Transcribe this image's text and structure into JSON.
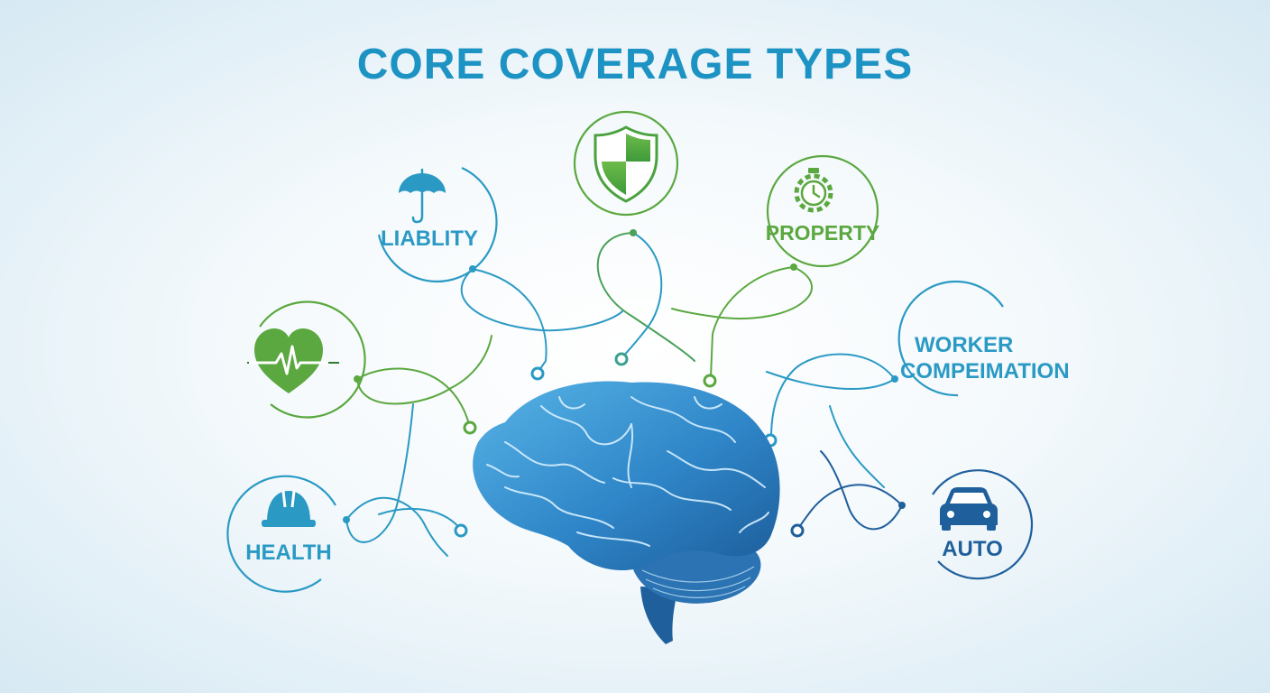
{
  "title": "CORE COVERAGE TYPES",
  "colors": {
    "title": "#1d93c4",
    "blue": "#2490c0",
    "green": "#5aa83f",
    "navy": "#1f5f9c",
    "brain_light": "#3d9fd8",
    "brain_dark": "#1c5c9a"
  },
  "nodes": {
    "liability": {
      "label": "LIABLITY",
      "icon": "umbrella-icon"
    },
    "shield": {
      "label": "",
      "icon": "shield-icon"
    },
    "property": {
      "label": "PROPERTY",
      "icon": "gear-clock-icon"
    },
    "heart": {
      "label": "",
      "icon": "heart-pulse-icon"
    },
    "worker": {
      "label_line1": "WORKER",
      "label_line2": "COMPEIMATION"
    },
    "health": {
      "label": "HEALTH",
      "icon": "hard-hat-icon"
    },
    "auto": {
      "label": "AUTO",
      "icon": "car-icon"
    }
  },
  "center": {
    "icon": "brain-icon"
  }
}
